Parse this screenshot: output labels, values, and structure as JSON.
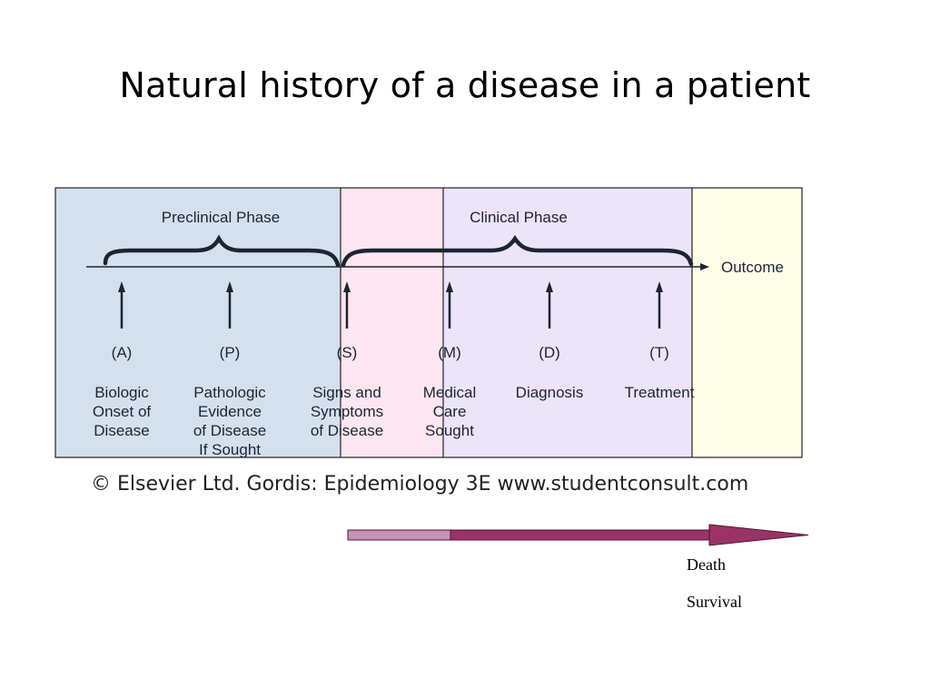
{
  "slide": {
    "title": "Natural history of a disease in a patient",
    "copyright": "© Elsevier Ltd. Gordis: Epidemiology 3E www.studentconsult.com"
  },
  "diagram": {
    "phases": [
      {
        "label": "Preclinical Phase"
      },
      {
        "label": "Clinical Phase"
      }
    ],
    "outcome_label": "Outcome",
    "stages": [
      {
        "letter": "(A)",
        "lines": [
          "Biologic",
          "Onset of",
          "Disease"
        ]
      },
      {
        "letter": "(P)",
        "lines": [
          "Pathologic",
          "Evidence",
          "of Disease",
          "If Sought"
        ]
      },
      {
        "letter": "(S)",
        "lines": [
          "Signs and",
          "Symptoms",
          "of Disease"
        ]
      },
      {
        "letter": "(M)",
        "lines": [
          "Medical",
          "Care",
          "Sought"
        ]
      },
      {
        "letter": "(D)",
        "lines": [
          "Diagnosis"
        ]
      },
      {
        "letter": "(T)",
        "lines": [
          "Treatment"
        ]
      }
    ],
    "colors": {
      "preclinical_bg": "#d5e0ee",
      "pink_bg": "#fde6f0",
      "clinical_bg": "#ece4fb",
      "outcome_bg": "#fefde8",
      "ink": "#1c2433",
      "arrow_light": "#c890b4",
      "arrow_dark": "#9b3266"
    }
  },
  "legend": {
    "death": "Death",
    "survival": "Survival"
  }
}
